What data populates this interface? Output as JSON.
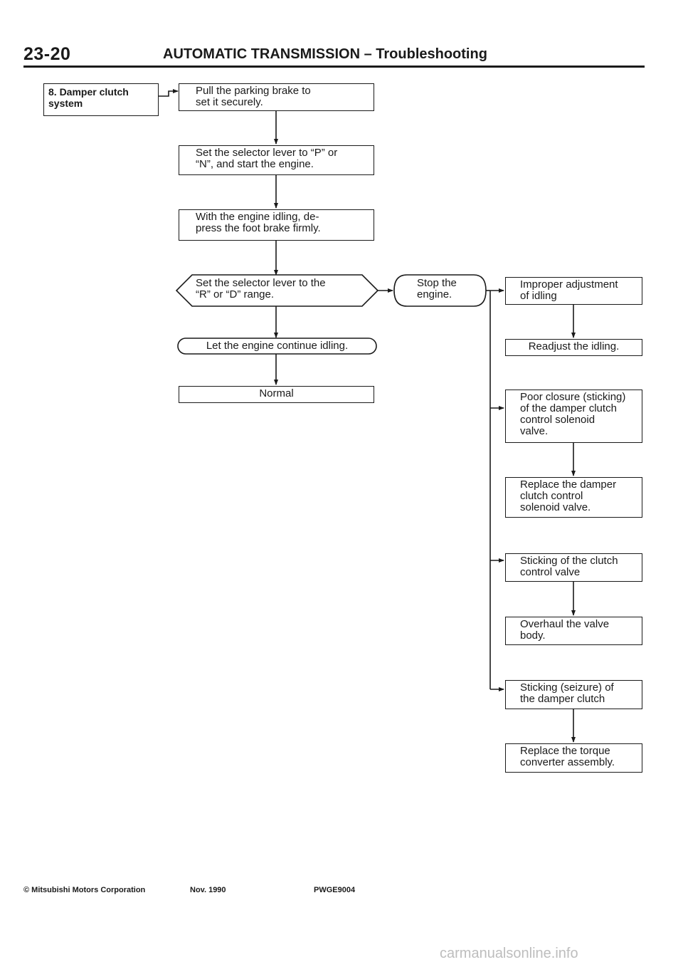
{
  "header": {
    "page_number": "23-20",
    "title": "AUTOMATIC TRANSMISSION – Troubleshooting"
  },
  "section_label": "8. Damper clutch\n     system",
  "flow": {
    "step1": "Pull the parking brake to\nset it securely.",
    "step2": "Set the selector lever to “P” or\n“N”, and start the engine.",
    "step3": "With the engine idling, de-\npress the foot brake firmly.",
    "decision1": "Set the selector lever to the\n“R” or “D” range.",
    "decision2": "Stop the\nengine.",
    "decision3": "Let the engine continue idling.",
    "normal": "Normal"
  },
  "causes": [
    {
      "cause": "Improper adjustment\nof idling",
      "remedy": "Readjust the idling."
    },
    {
      "cause": "Poor closure (sticking)\nof the damper clutch\ncontrol solenoid\nvalve.",
      "remedy": "Replace the damper\nclutch control\nsolenoid valve."
    },
    {
      "cause": "Sticking of the clutch\ncontrol valve",
      "remedy": "Overhaul the valve\nbody."
    },
    {
      "cause": "Sticking (seizure) of\nthe damper clutch",
      "remedy": "Replace the torque\nconverter assembly."
    }
  ],
  "footer": {
    "copyright": "© Mitsubishi Motors Corporation",
    "date": "Nov. 1990",
    "code": "PWGE9004"
  },
  "watermark": "carmanualsonline.info"
}
